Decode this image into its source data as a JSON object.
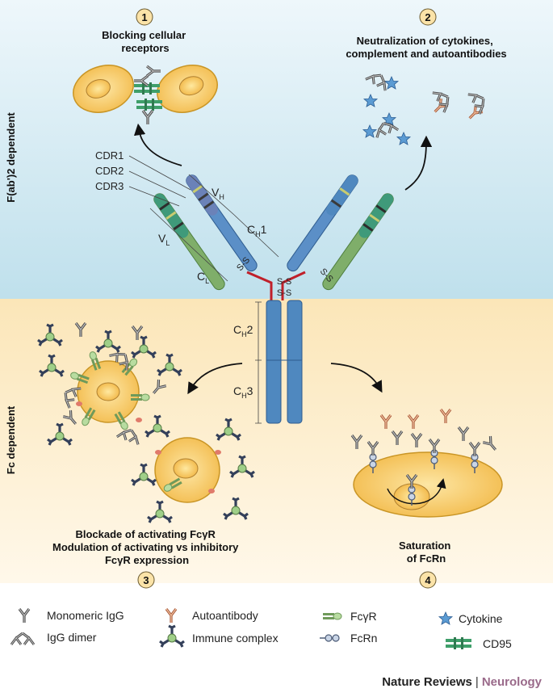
{
  "side_labels": {
    "top": "F(ab')2 dependent",
    "bottom": "Fc dependent"
  },
  "mechanisms": [
    {
      "number": "1",
      "title_lines": [
        "Blocking cellular",
        "receptors"
      ]
    },
    {
      "number": "2",
      "title_lines": [
        "Neutralization of cytokines,",
        "complement and autoantibodies"
      ]
    },
    {
      "number": "3",
      "title_lines": [
        "Blockade of activating FcγR",
        "Modulation of activating vs inhibitory",
        "FcγR expression"
      ]
    },
    {
      "number": "4",
      "title_lines": [
        "Saturation",
        "of FcRn"
      ]
    }
  ],
  "antibody_labels": {
    "cdr1": "CDR1",
    "cdr2": "CDR2",
    "cdr3": "CDR3",
    "vh": "V",
    "vh_sub": "H",
    "ch1": "C",
    "ch1_sub": "H",
    "ch1_num": "1",
    "vl": "V",
    "vl_sub": "L",
    "cl": "C",
    "cl_sub": "L",
    "ch2": "C",
    "ch2_sub": "H",
    "ch2_num": "2",
    "ch3": "C",
    "ch3_sub": "H",
    "ch3_num": "3",
    "ss": "S-S"
  },
  "legend": [
    {
      "icon": "monomeric-igg-icon",
      "label": "Monomeric IgG"
    },
    {
      "icon": "autoantibody-icon",
      "label": "Autoantibody"
    },
    {
      "icon": "fcgr-icon",
      "label": "FcγR"
    },
    {
      "icon": "cytokine-icon",
      "label": "Cytokine"
    },
    {
      "icon": "igg-dimer-icon",
      "label": "IgG dimer"
    },
    {
      "icon": "immune-complex-icon",
      "label": "Immune complex"
    },
    {
      "icon": "fcrn-icon",
      "label": "FcRn"
    },
    {
      "icon": "cd95-icon",
      "label": "CD95"
    }
  ],
  "footer": {
    "publisher": "Nature Reviews",
    "journal": "Neurology"
  },
  "colors": {
    "top_bg": "#d6ebf3",
    "bottom_bg": "#fdefcf",
    "heavy_chain": "#5b8fc7",
    "light_chain": "#7fae6a",
    "hinge": "#c0202a",
    "cell": "#f6c75a",
    "autoantibody": "#d4825a",
    "cytokine": "#4c8cc8",
    "cd95": "#3f9f6a"
  }
}
